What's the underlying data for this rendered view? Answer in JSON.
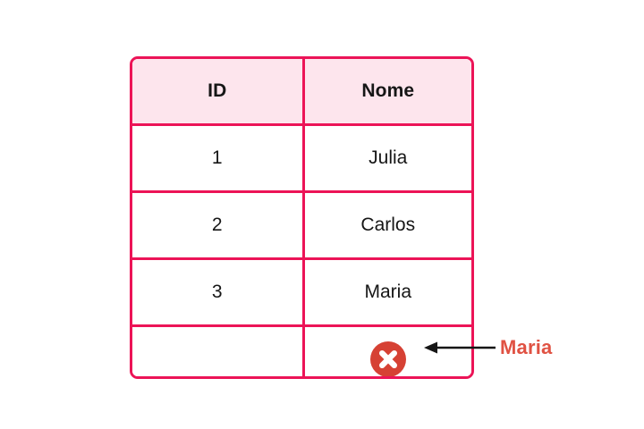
{
  "colors": {
    "table_border": "#ec1457",
    "header_background": "#fde5ed",
    "page_background": "#ffffff",
    "error_icon": "#d64134",
    "annotation_text": "#e05243",
    "arrow": "#161616",
    "cell_text": "#161616"
  },
  "table": {
    "columns": [
      {
        "key": "id",
        "label": "ID"
      },
      {
        "key": "nome",
        "label": "Nome"
      }
    ],
    "rows": [
      {
        "id": "1",
        "nome": "Julia"
      },
      {
        "id": "2",
        "nome": "Carlos"
      },
      {
        "id": "3",
        "nome": "Maria"
      }
    ],
    "error_row": {
      "id": "",
      "nome_icon": "error-circle-x-icon"
    }
  },
  "annotation": {
    "icon": "arrow-left-icon",
    "label": "Maria"
  }
}
